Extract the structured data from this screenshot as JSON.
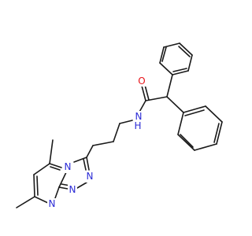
{
  "colors": {
    "background": "#ffffff",
    "bond": "#1a1a1a",
    "oxygen": "#e8141a",
    "nitrogen": "#2b2bd6"
  },
  "atoms": {
    "oxygen": "O",
    "amide_nitrogen": "N",
    "amide_hydrogen": "H",
    "ring_n4": "N",
    "ring_n1": "N",
    "ring_n2": "N",
    "ring_n8": "N"
  }
}
